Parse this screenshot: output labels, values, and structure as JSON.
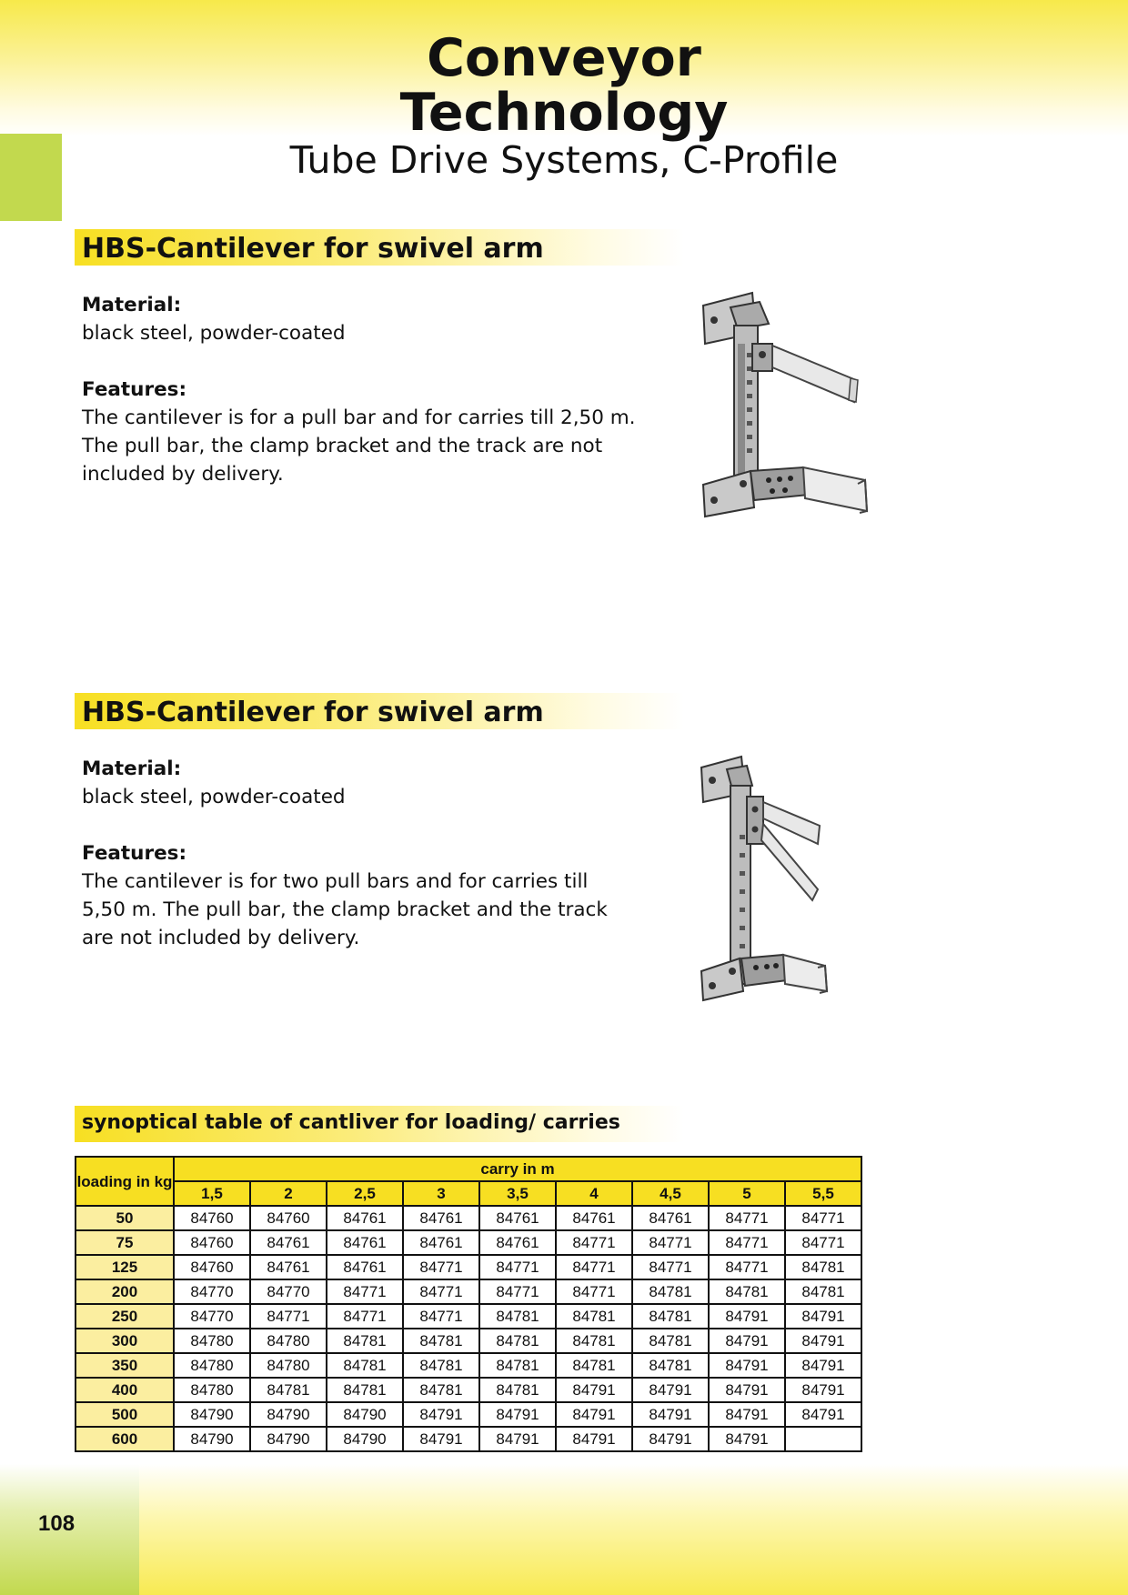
{
  "header": {
    "title": "Conveyor Technology",
    "subtitle": "Tube Drive Systems, C-Profile"
  },
  "sections": [
    {
      "heading": "HBS-Cantilever for swivel arm",
      "material_label": "Material:",
      "material_value": "black steel, powder-coated",
      "features_label": "Features:",
      "features_lines": [
        "The cantilever is for a pull bar and for carries till 2,50 m.",
        "The pull bar, the clamp bracket and the track are not",
        "included by delivery."
      ]
    },
    {
      "heading": "HBS-Cantilever for swivel arm",
      "material_label": "Material:",
      "material_value": "black steel, powder-coated",
      "features_label": "Features:",
      "features_lines": [
        "The cantilever is for two pull bars and for carries till",
        "5,50 m. The pull bar, the clamp bracket and the track",
        "are not included by delivery."
      ]
    }
  ],
  "table": {
    "heading": "synoptical table of cantliver for loading/ carries",
    "corner_label": "loading in kg",
    "carry_label": "carry in m",
    "carry_values": [
      "1,5",
      "2",
      "2,5",
      "3",
      "3,5",
      "4",
      "4,5",
      "5",
      "5,5"
    ],
    "rows": [
      {
        "load": "50",
        "cells": [
          "84760",
          "84760",
          "84761",
          "84761",
          "84761",
          "84761",
          "84761",
          "84771",
          "84771"
        ]
      },
      {
        "load": "75",
        "cells": [
          "84760",
          "84761",
          "84761",
          "84761",
          "84761",
          "84771",
          "84771",
          "84771",
          "84771"
        ]
      },
      {
        "load": "125",
        "cells": [
          "84760",
          "84761",
          "84761",
          "84771",
          "84771",
          "84771",
          "84771",
          "84771",
          "84781"
        ]
      },
      {
        "load": "200",
        "cells": [
          "84770",
          "84770",
          "84771",
          "84771",
          "84771",
          "84771",
          "84781",
          "84781",
          "84781"
        ]
      },
      {
        "load": "250",
        "cells": [
          "84770",
          "84771",
          "84771",
          "84771",
          "84781",
          "84781",
          "84781",
          "84791",
          "84791"
        ]
      },
      {
        "load": "300",
        "cells": [
          "84780",
          "84780",
          "84781",
          "84781",
          "84781",
          "84781",
          "84781",
          "84791",
          "84791"
        ]
      },
      {
        "load": "350",
        "cells": [
          "84780",
          "84780",
          "84781",
          "84781",
          "84781",
          "84781",
          "84781",
          "84791",
          "84791"
        ]
      },
      {
        "load": "400",
        "cells": [
          "84780",
          "84781",
          "84781",
          "84781",
          "84781",
          "84791",
          "84791",
          "84791",
          "84791"
        ]
      },
      {
        "load": "500",
        "cells": [
          "84790",
          "84790",
          "84790",
          "84791",
          "84791",
          "84791",
          "84791",
          "84791",
          "84791"
        ]
      },
      {
        "load": "600",
        "cells": [
          "84790",
          "84790",
          "84790",
          "84791",
          "84791",
          "84791",
          "84791",
          "84791",
          ""
        ]
      }
    ]
  },
  "footer": {
    "page_number": "108"
  },
  "colors": {
    "accent_yellow": "#f7df22",
    "accent_green": "#c2d94e"
  }
}
